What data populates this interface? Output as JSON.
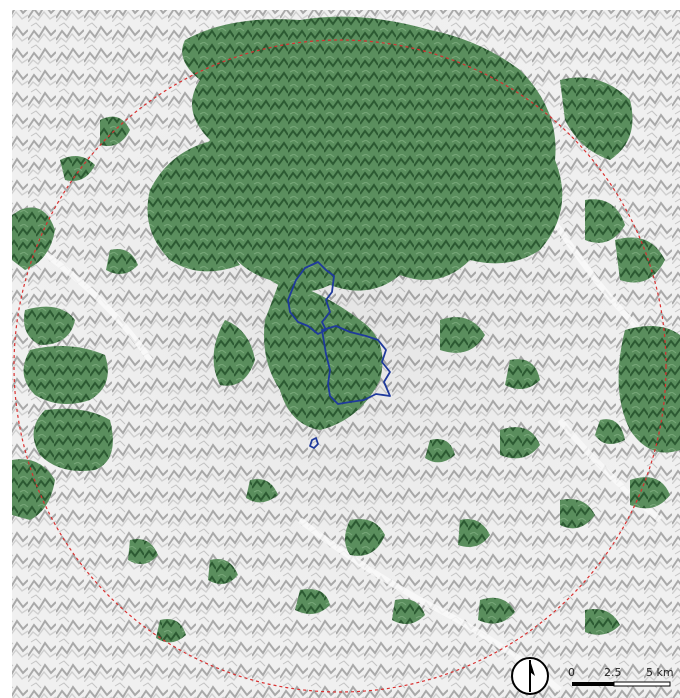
{
  "colors": {
    "background": "#ffffff",
    "terrain_light": "#f2f2f2",
    "terrain_shadow": "#b5b5b5",
    "forest": "#5c8f5f",
    "forest_dark": "#2f5e35",
    "buffer_circle": "#d93030",
    "boundary": "#1f3a9c",
    "north_arrow": "#000000",
    "scale_bar": "#000000"
  },
  "icons": {
    "north_arrow": "north-arrow-icon"
  },
  "scale_bar": {
    "label_zero": "0",
    "label_mid": "2.5",
    "label_end": "5 km"
  }
}
